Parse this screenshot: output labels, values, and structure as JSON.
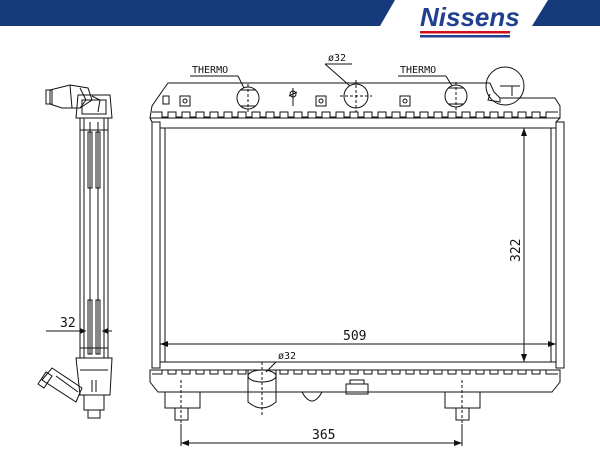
{
  "brand": {
    "name": "Nissens",
    "text_color": "#1f3f8f",
    "accent_red": "#d0101a",
    "banner_color": "#163b7a"
  },
  "labels": {
    "thermo_left": "THERMO",
    "thermo_right": "THERMO",
    "inlet_diameter": "ø32",
    "outlet_diameter": "ø32"
  },
  "dimensions": {
    "width": "509",
    "height": "322",
    "depth": "32",
    "mount_spacing": "365"
  }
}
